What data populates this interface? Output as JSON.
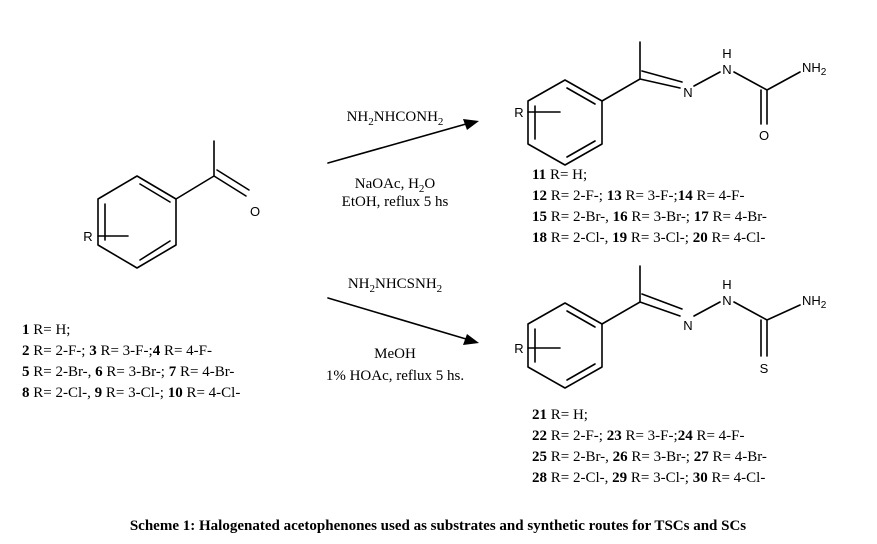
{
  "atoms": {
    "R": "R",
    "O": "O",
    "S": "S",
    "N": "N",
    "H": "H",
    "NH2_base": "NH",
    "NH2_sub": "2"
  },
  "reagents": {
    "top": {
      "above": [
        [
          "NH",
          "t"
        ],
        [
          "2",
          "s"
        ],
        [
          "NHCONH",
          "t"
        ],
        [
          "2",
          "s"
        ]
      ],
      "below1": [
        [
          "NaOAc, H",
          "t"
        ],
        [
          "2",
          "s"
        ],
        [
          "O",
          "t"
        ]
      ],
      "below2": "EtOH,  reflux 5 hs"
    },
    "bottom": {
      "above": [
        [
          "NH",
          "t"
        ],
        [
          "2",
          "s"
        ],
        [
          "NHCSNH",
          "t"
        ],
        [
          "2",
          "s"
        ]
      ],
      "below1": "MeOH",
      "below2": "1% HOAc, reflux 5 hs."
    }
  },
  "lists": {
    "start": [
      [
        [
          "1",
          "b"
        ],
        [
          " R= H;",
          "t"
        ]
      ],
      [
        [
          "2",
          "b"
        ],
        [
          " R= 2-F-; ",
          "t"
        ],
        [
          "3",
          "b"
        ],
        [
          " R= 3-F-;",
          "t"
        ],
        [
          "4",
          "b"
        ],
        [
          " R= 4-F-",
          "t"
        ]
      ],
      [
        [
          "5",
          "b"
        ],
        [
          " R= 2-Br-, ",
          "t"
        ],
        [
          "6",
          "b"
        ],
        [
          " R= 3-Br-; ",
          "t"
        ],
        [
          "7",
          "b"
        ],
        [
          " R= 4-Br-",
          "t"
        ]
      ],
      [
        [
          "8",
          "b"
        ],
        [
          " R= 2-Cl-, ",
          "t"
        ],
        [
          "9",
          "b"
        ],
        [
          " R= 3-Cl-; ",
          "t"
        ],
        [
          "10",
          "b"
        ],
        [
          " R= 4-Cl-",
          "t"
        ]
      ]
    ],
    "tsc": [
      [
        [
          "11",
          "b"
        ],
        [
          " R= H;",
          "t"
        ]
      ],
      [
        [
          "12",
          "b"
        ],
        [
          " R= 2-F-; ",
          "t"
        ],
        [
          "13",
          "b"
        ],
        [
          " R= 3-F-;",
          "t"
        ],
        [
          "14",
          "b"
        ],
        [
          " R= 4-F-",
          "t"
        ]
      ],
      [
        [
          "15",
          "b"
        ],
        [
          " R= 2-Br-, ",
          "t"
        ],
        [
          "16",
          "b"
        ],
        [
          " R= 3-Br-; ",
          "t"
        ],
        [
          "17",
          "b"
        ],
        [
          " R= 4-Br-",
          "t"
        ]
      ],
      [
        [
          "18",
          "b"
        ],
        [
          " R= 2-Cl-, ",
          "t"
        ],
        [
          "19",
          "b"
        ],
        [
          " R= 3-Cl-; ",
          "t"
        ],
        [
          "20",
          "b"
        ],
        [
          " R= 4-Cl-",
          "t"
        ]
      ]
    ],
    "sc": [
      [
        [
          "21",
          "b"
        ],
        [
          " R= H;",
          "t"
        ]
      ],
      [
        [
          "22",
          "b"
        ],
        [
          " R= 2-F-; ",
          "t"
        ],
        [
          "23",
          "b"
        ],
        [
          " R= 3-F-;",
          "t"
        ],
        [
          "24",
          "b"
        ],
        [
          " R= 4-F-",
          "t"
        ]
      ],
      [
        [
          "25",
          "b"
        ],
        [
          " R= 2-Br-, ",
          "t"
        ],
        [
          "26",
          "b"
        ],
        [
          " R= 3-Br-; ",
          "t"
        ],
        [
          "27",
          "b"
        ],
        [
          " R= 4-Br-",
          "t"
        ]
      ],
      [
        [
          "28",
          "b"
        ],
        [
          " R= 2-Cl-, ",
          "t"
        ],
        [
          "29",
          "b"
        ],
        [
          " R= 3-Cl-; ",
          "t"
        ],
        [
          "30",
          "b"
        ],
        [
          " R= 4-Cl-",
          "t"
        ]
      ]
    ]
  },
  "caption": "Scheme 1: Halogenated acetophenones used as substrates and synthetic routes for TSCs and SCs"
}
